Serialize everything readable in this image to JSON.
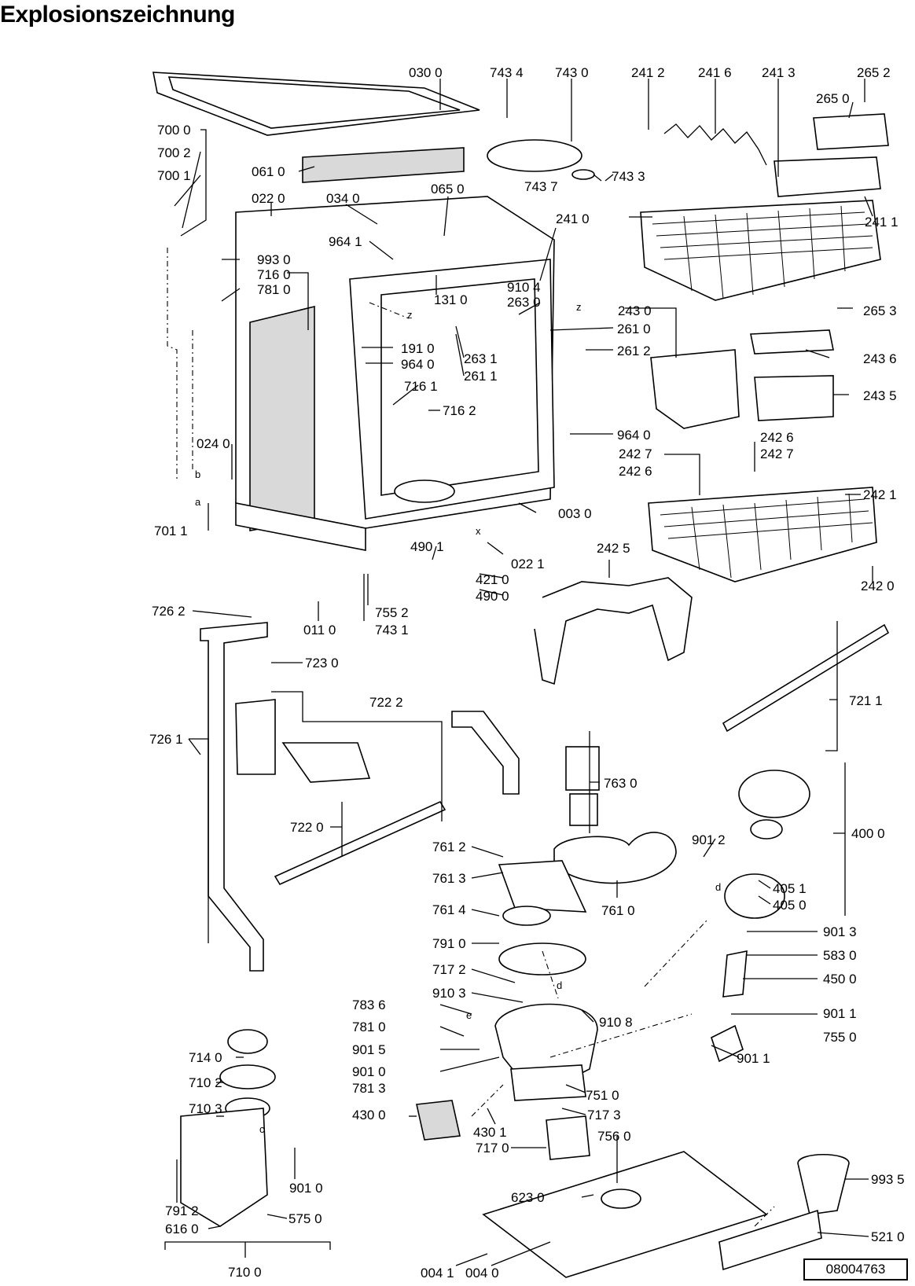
{
  "title": "Explosionszeichnung",
  "document_number": "08004763",
  "part_labels": {
    "p0300": "030 0",
    "p7434": "743 4",
    "p7430": "743 0",
    "p2412": "241 2",
    "p2416": "241 6",
    "p2413": "241 3",
    "p2652": "265 2",
    "p2650": "265 0",
    "p7000": "700 0",
    "p7002": "700 2",
    "p7001": "700 1",
    "p0610": "061 0",
    "p7437": "743 7",
    "p7433": "743 3",
    "p0220": "022 0",
    "p0340": "034 0",
    "p0650": "065 0",
    "p2410": "241 0",
    "p2411": "241 1",
    "p9930": "993 0",
    "p9641": "964 1",
    "p7160": "716 0",
    "p7810": "781 0",
    "p9104": "910 4",
    "p1310": "131 0",
    "p2630": "263 0",
    "p2430": "243 0",
    "p2653": "265 3",
    "p2610": "261 0",
    "p1910": "191 0",
    "p2612": "261 2",
    "p9640a": "964 0",
    "p2631": "263 1",
    "p2611": "261 1",
    "p2436": "243 6",
    "p7161": "716 1",
    "p7162": "716 2",
    "p2435": "243 5",
    "p9640b": "964 0",
    "p2426a": "242 6",
    "p0240": "024 0",
    "p2427a": "242 7",
    "p2427b": "242 7",
    "p2426b": "242 6",
    "p2421": "242 1",
    "p7011": "701 1",
    "p0030": "003 0",
    "p4901": "490 1",
    "p2425": "242 5",
    "p0221": "022 1",
    "p4210": "421 0",
    "p4900": "490 0",
    "p2420": "242 0",
    "p7262": "726 2",
    "p7552": "755 2",
    "p0110": "011 0",
    "p7431": "743 1",
    "p7230": "723 0",
    "p7222": "722 2",
    "p7211": "721 1",
    "p7261": "726 1",
    "p7630": "763 0",
    "p7220": "722 0",
    "p9012": "901 2",
    "p4000": "400 0",
    "p7612": "761 2",
    "p7613": "761 3",
    "p4051": "405 1",
    "p4050": "405 0",
    "p7614": "761 4",
    "p7610": "761 0",
    "p7910": "791 0",
    "p9013": "901 3",
    "p7172": "717 2",
    "p5830": "583 0",
    "p4500": "450 0",
    "p9103": "910 3",
    "p7836": "783 6",
    "p9108": "910 8",
    "p7810b": "781 0",
    "p9011a": "901 1",
    "p9015": "901 5",
    "p7550": "755 0",
    "p9010": "901 0",
    "p9011b": "901 1",
    "p7813": "781 3",
    "p7140": "714 0",
    "p7510": "751 0",
    "p7102": "710 2",
    "p4300": "430 0",
    "p4301": "430 1",
    "p7173": "717 3",
    "p7103": "710 3",
    "p7560": "756 0",
    "p7170": "717 0",
    "p9010b": "901 0",
    "p9935": "993 5",
    "p6230": "623 0",
    "p7912": "791 2",
    "p5750": "575 0",
    "p6160": "616 0",
    "p5210": "521 0",
    "p0041": "004 1",
    "p0040": "004 0",
    "p7100": "710 0"
  },
  "letter_marks": [
    "b",
    "a",
    "x",
    "z",
    "z",
    "d",
    "e",
    "c",
    "d"
  ]
}
